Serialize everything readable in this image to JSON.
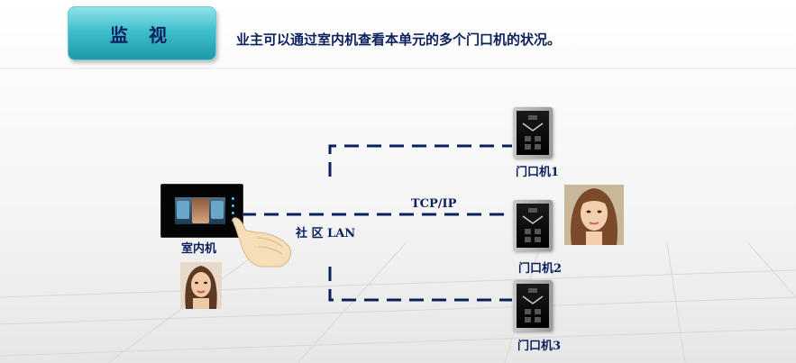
{
  "title": "监 视",
  "subtitle": "业主可以通过室内机查看本单元的多个门口机的状况。",
  "network": {
    "protocol_label": "TCP/IP",
    "lan_label": "社 区 LAN"
  },
  "indoor_unit": {
    "label": "室内机"
  },
  "door_stations": [
    {
      "label": "门口机1"
    },
    {
      "label": "门口机2"
    },
    {
      "label": "门口机3"
    }
  ],
  "colors": {
    "line": "#0b1f5c",
    "title_box": "#3fbfcc",
    "text": "#0b1f5c"
  }
}
